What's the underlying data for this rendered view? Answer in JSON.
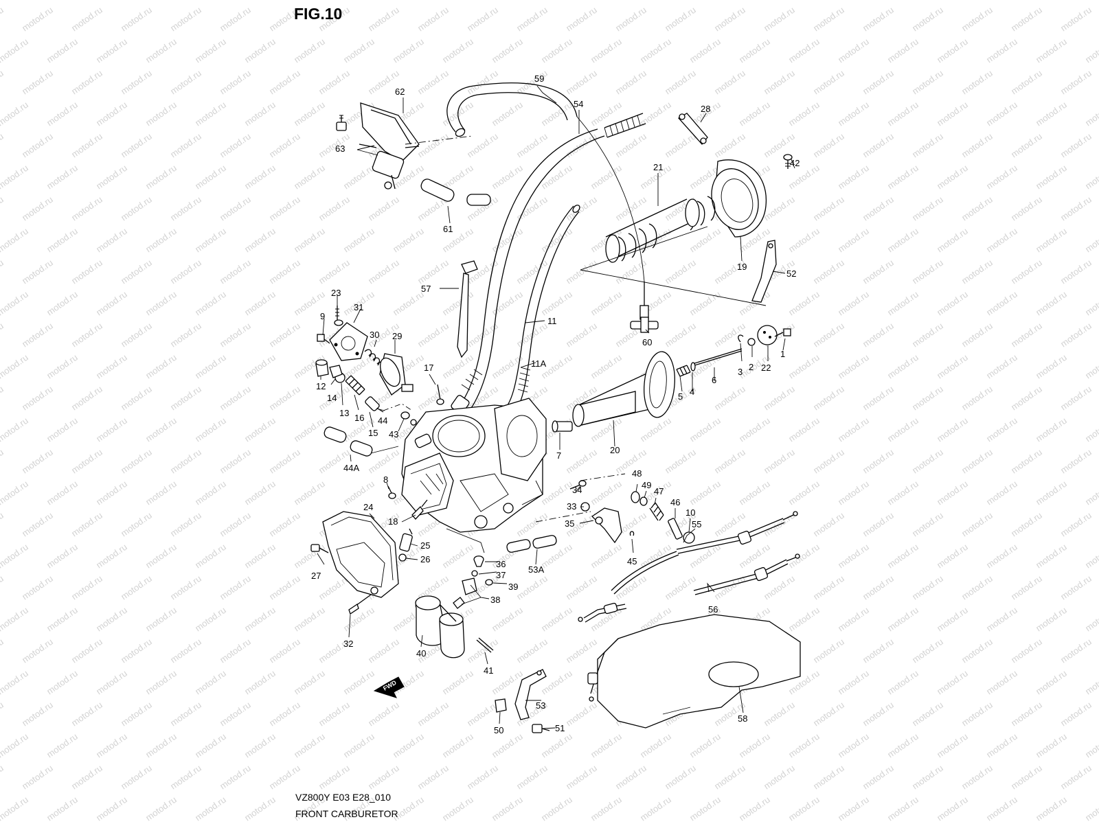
{
  "figure": {
    "title": "FIG.10",
    "model_code": "VZ800Y E03 E28_010",
    "caption": "FRONT CARBURETOR",
    "watermark_text": "motod.ru",
    "fwd_label": "FWD"
  },
  "callouts": [
    {
      "id": "59",
      "label": "59"
    },
    {
      "id": "54",
      "label": "54"
    },
    {
      "id": "62",
      "label": "62"
    },
    {
      "id": "63",
      "label": "63"
    },
    {
      "id": "28",
      "label": "28"
    },
    {
      "id": "42",
      "label": "42"
    },
    {
      "id": "21",
      "label": "21"
    },
    {
      "id": "61",
      "label": "61"
    },
    {
      "id": "19",
      "label": "19"
    },
    {
      "id": "52",
      "label": "52"
    },
    {
      "id": "57",
      "label": "57"
    },
    {
      "id": "23",
      "label": "23"
    },
    {
      "id": "31",
      "label": "31"
    },
    {
      "id": "9",
      "label": "9"
    },
    {
      "id": "11",
      "label": "11"
    },
    {
      "id": "30",
      "label": "30"
    },
    {
      "id": "29",
      "label": "29"
    },
    {
      "id": "60",
      "label": "60"
    },
    {
      "id": "1",
      "label": "1"
    },
    {
      "id": "2",
      "label": "2"
    },
    {
      "id": "3",
      "label": "3"
    },
    {
      "id": "22",
      "label": "22"
    },
    {
      "id": "11A",
      "label": "11A"
    },
    {
      "id": "17",
      "label": "17"
    },
    {
      "id": "12",
      "label": "12"
    },
    {
      "id": "14",
      "label": "14"
    },
    {
      "id": "13",
      "label": "13"
    },
    {
      "id": "16",
      "label": "16"
    },
    {
      "id": "44",
      "label": "44"
    },
    {
      "id": "15",
      "label": "15"
    },
    {
      "id": "43",
      "label": "43"
    },
    {
      "id": "6",
      "label": "6"
    },
    {
      "id": "5",
      "label": "5"
    },
    {
      "id": "4",
      "label": "4"
    },
    {
      "id": "7",
      "label": "7"
    },
    {
      "id": "20",
      "label": "20"
    },
    {
      "id": "44A",
      "label": "44A"
    },
    {
      "id": "8",
      "label": "8"
    },
    {
      "id": "48",
      "label": "48"
    },
    {
      "id": "49",
      "label": "49"
    },
    {
      "id": "47",
      "label": "47"
    },
    {
      "id": "34",
      "label": "34"
    },
    {
      "id": "46",
      "label": "46"
    },
    {
      "id": "10",
      "label": "10"
    },
    {
      "id": "33",
      "label": "33"
    },
    {
      "id": "24",
      "label": "24"
    },
    {
      "id": "18",
      "label": "18"
    },
    {
      "id": "35",
      "label": "35"
    },
    {
      "id": "55",
      "label": "55"
    },
    {
      "id": "25",
      "label": "25"
    },
    {
      "id": "45",
      "label": "45"
    },
    {
      "id": "26",
      "label": "26"
    },
    {
      "id": "53A",
      "label": "53A"
    },
    {
      "id": "27",
      "label": "27"
    },
    {
      "id": "36",
      "label": "36"
    },
    {
      "id": "37",
      "label": "37"
    },
    {
      "id": "39",
      "label": "39"
    },
    {
      "id": "38",
      "label": "38"
    },
    {
      "id": "56",
      "label": "56"
    },
    {
      "id": "32",
      "label": "32"
    },
    {
      "id": "40",
      "label": "40"
    },
    {
      "id": "41",
      "label": "41"
    },
    {
      "id": "53",
      "label": "53"
    },
    {
      "id": "58",
      "label": "58"
    },
    {
      "id": "50",
      "label": "50"
    },
    {
      "id": "51",
      "label": "51"
    }
  ]
}
